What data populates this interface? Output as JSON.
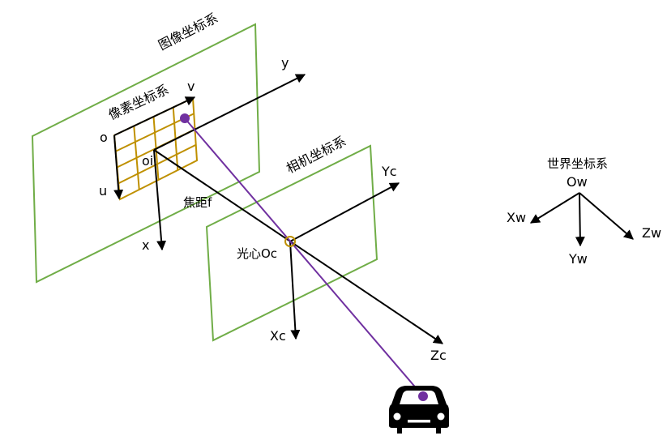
{
  "labels": {
    "image_coord_system": "图像坐标系",
    "pixel_coord_system": "像素坐标系",
    "pixel_origin": "o",
    "pixel_u": "u",
    "pixel_v": "v",
    "image_origin": "oi",
    "image_x": "x",
    "image_y": "y",
    "focal_length": "焦距f",
    "camera_coord_system": "相机坐标系",
    "optical_center": "光心Oc",
    "camera_xc": "Xc",
    "camera_yc": "Yc",
    "camera_zc": "Zc",
    "world_coord_system": "世界坐标系",
    "world_origin": "Ow",
    "world_xw": "Xw",
    "world_yw": "Yw",
    "world_zw": "Zw"
  },
  "colors": {
    "plane_border": "#70ad47",
    "grid": "#bf9000",
    "projection_ray": "#7030a0",
    "axes": "#000000"
  },
  "icons": {
    "object": "car-icon"
  }
}
